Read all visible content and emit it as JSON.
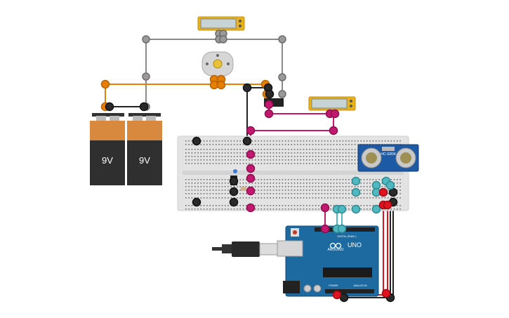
{
  "batteries": [
    {
      "label": "9V"
    },
    {
      "label": "9V"
    }
  ],
  "sensor": {
    "label": "HC-SR04"
  },
  "arduino": {
    "brand": "ARDUINO",
    "model": "UNO",
    "digital_label": "DIGITAL (PWM~)",
    "power_label": "POWER",
    "analog_label": "ANALOG IN"
  },
  "colors": {
    "orange_wire": "#e67e00",
    "gray_wire": "#8a8a8a",
    "black_wire": "#222222",
    "magenta_wire": "#c2186e",
    "teal_wire": "#4fb8c0",
    "red_wire": "#e0141e",
    "breadboard": "#e3e3e3",
    "arduino_blue": "#1d6aa0",
    "multimeter": "#e8b21c"
  }
}
